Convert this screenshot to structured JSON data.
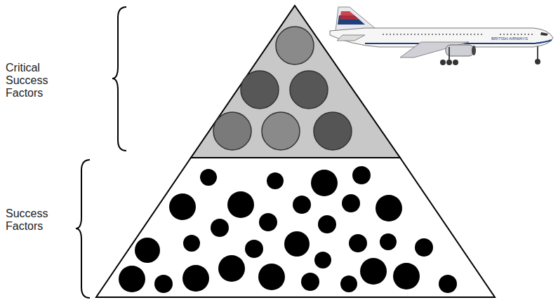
{
  "diagram": {
    "labels": [
      "Critical Success Factors",
      "Success Factors",
      "BRITISH AIRWAYS"
    ]
  }
}
